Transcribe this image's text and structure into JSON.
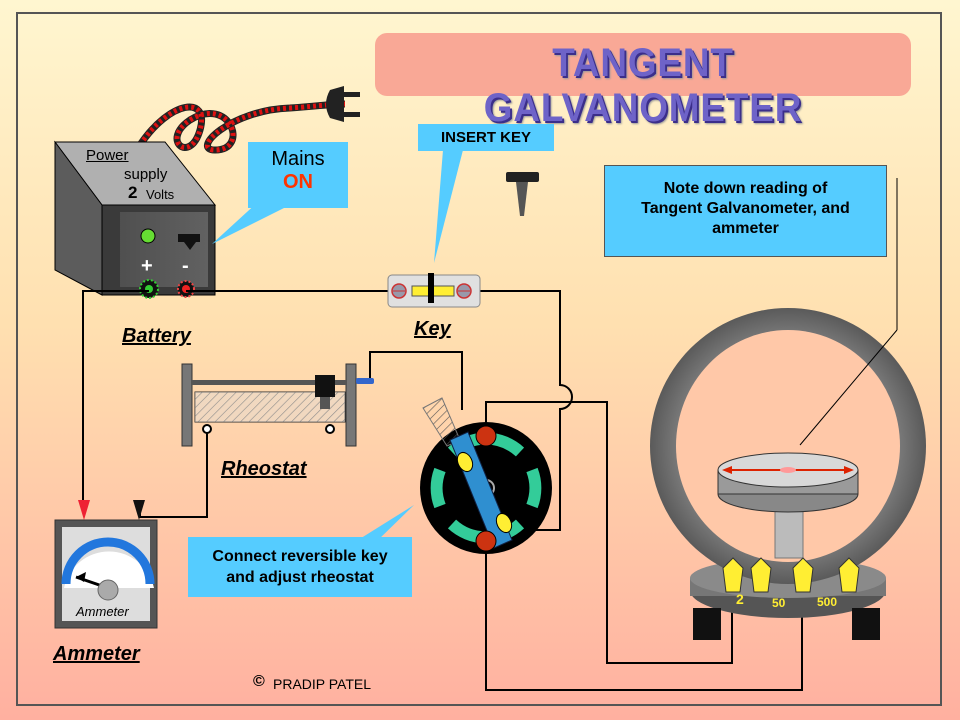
{
  "title": "TANGENT GALVANOMETER",
  "callouts": {
    "mains_line1": "Mains",
    "mains_line2": "ON",
    "insert_key": "INSERT KEY",
    "note_line1": "Note down reading of",
    "note_line2": "Tangent Galvanometer, and",
    "note_line3": "ammeter",
    "connect_line1": "Connect reversible key",
    "connect_line2": "and adjust rheostat"
  },
  "power_supply": {
    "label_line1": "Power",
    "label_line2": "supply",
    "voltage": "2",
    "voltage_unit": "Volts",
    "plus": "+",
    "minus": "-"
  },
  "labels": {
    "battery": "Battery",
    "key": "Key",
    "rheostat": "Rheostat",
    "ammeter": "Ammeter",
    "ammeter_face": "Ammeter"
  },
  "galvanometer_terminals": [
    "2",
    "50",
    "500"
  ],
  "copyright": "PRADIP PATEL",
  "copyright_symbol": "©",
  "colors": {
    "callout_blue": "#55ccff",
    "title_box": "#f9a896",
    "title_text": "#6e63c8",
    "mains_on": "#ff3300"
  }
}
